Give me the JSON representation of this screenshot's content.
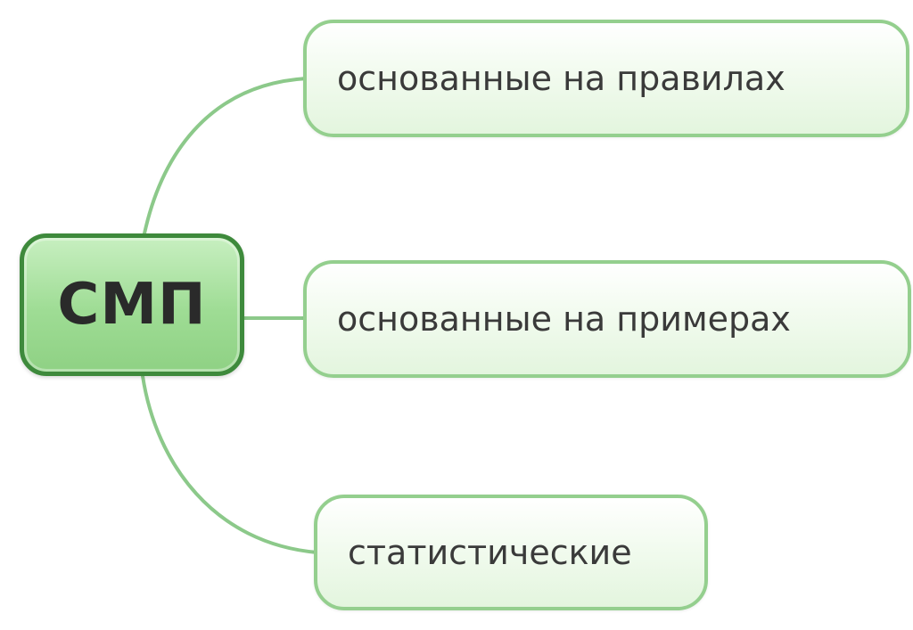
{
  "diagram": {
    "root": {
      "label": "СМП"
    },
    "children": [
      {
        "label": "основанные на правилах"
      },
      {
        "label": "основанные на примерах"
      },
      {
        "label": "статистические"
      }
    ],
    "colors": {
      "root_border": "#3e8a3c",
      "root_fill": "#9edc94",
      "child_border": "#94cf8e",
      "child_fill": "#e3f5de",
      "connector": "#8cc98a"
    }
  }
}
